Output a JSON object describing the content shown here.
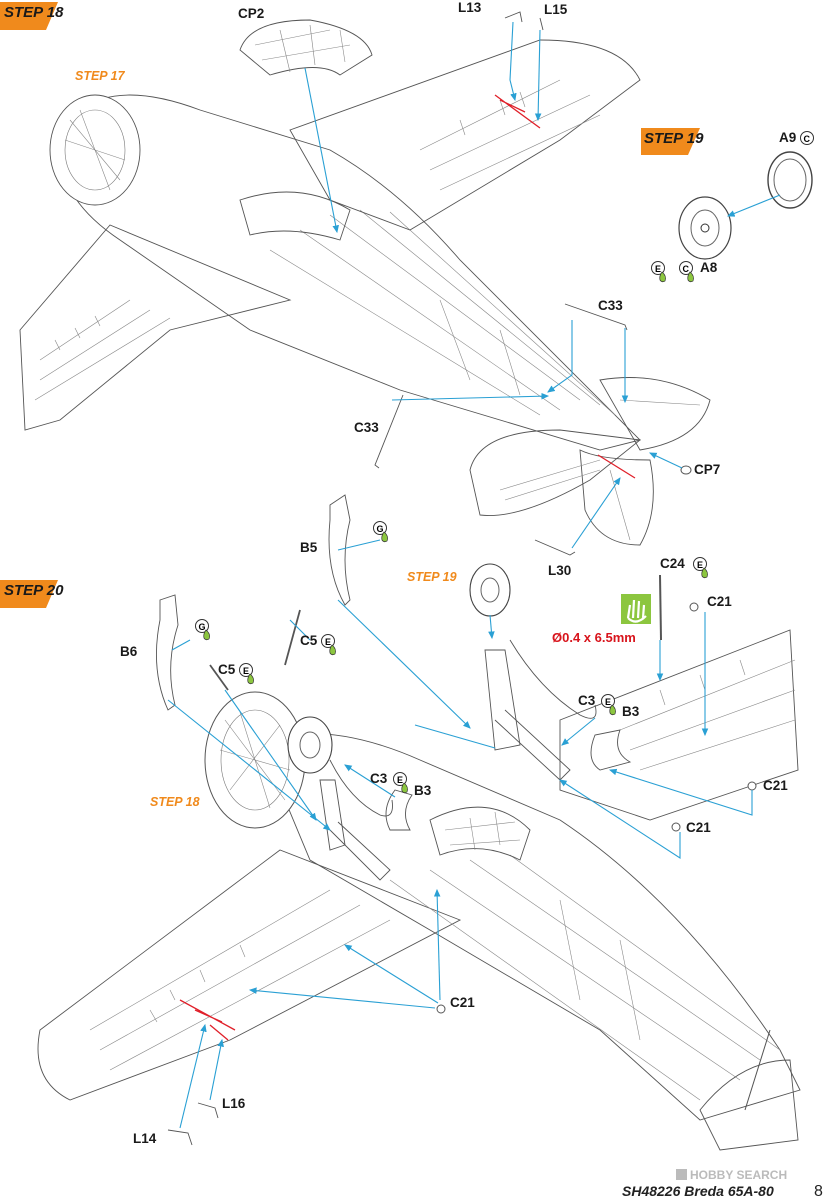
{
  "page": {
    "footer_code": "SH48226 Breda 65A-80",
    "page_number": "8",
    "watermark": "HOBBY SEARCH"
  },
  "steps": {
    "step18_header": "STEP 18",
    "step19_header": "STEP 19",
    "step20_header": "STEP 20",
    "step17_ref": "STEP 17",
    "step19_ref": "STEP 19",
    "step18_ref": "STEP 18"
  },
  "parts": {
    "cp2": "CP2",
    "l13": "L13",
    "l15": "L15",
    "a9": "A9",
    "a8": "A8",
    "c33_a": "C33",
    "c33_b": "C33",
    "cp7": "CP7",
    "l30": "L30",
    "b5": "B5",
    "b6": "B6",
    "c5_a": "C5",
    "c5_b": "C5",
    "c24": "C24",
    "c21_a": "C21",
    "c21_b": "C21",
    "c21_c": "C21",
    "c21_d": "C21",
    "c3_a": "C3",
    "b3_a": "B3",
    "c3_b": "C3",
    "b3_b": "B3",
    "l16": "L16",
    "l14": "L14"
  },
  "glue_marks": {
    "c": "C",
    "e": "E",
    "g": "G"
  },
  "notes": {
    "wire": "Ø0.4 x 6.5mm"
  },
  "colors": {
    "arrow": "#2aa0d4",
    "step_accent": "#f08a1c",
    "note_red": "#d8141c",
    "glue_green": "#8cc63f"
  }
}
